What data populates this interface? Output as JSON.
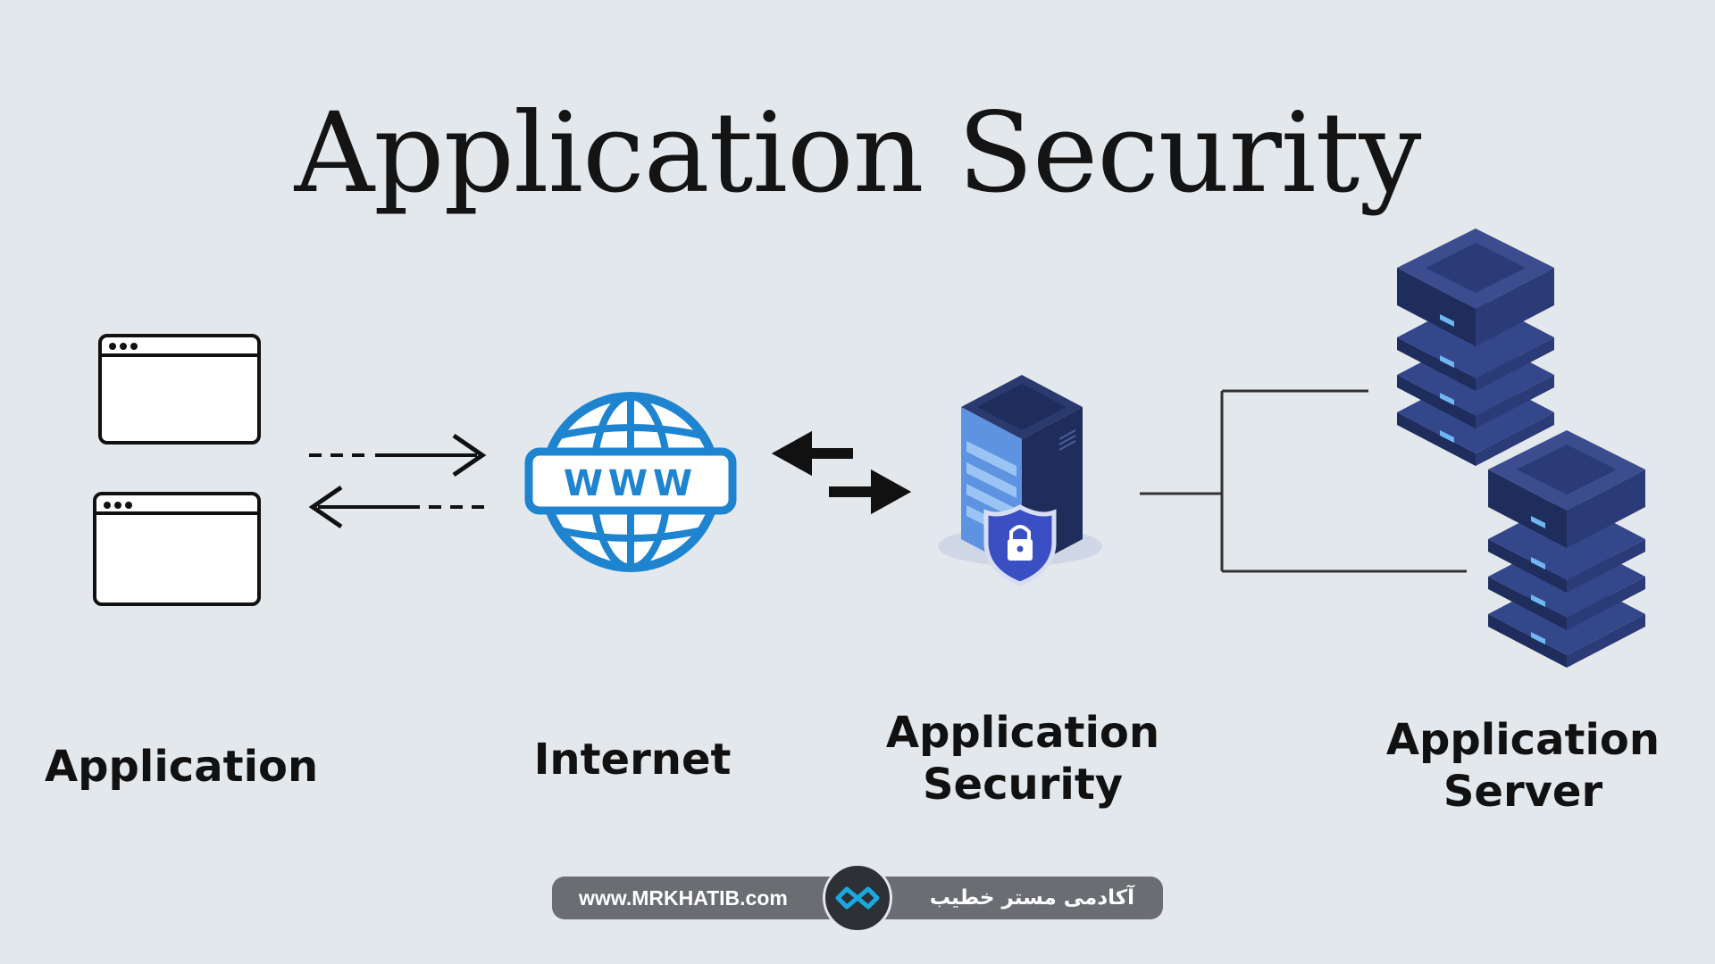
{
  "title": "Application Security",
  "nodes": [
    {
      "id": "application",
      "label_lines": [
        "Application"
      ],
      "icon": "browser-window-icon"
    },
    {
      "id": "internet",
      "label_lines": [
        "Internet"
      ],
      "icon": "www-globe-icon"
    },
    {
      "id": "application_security",
      "label_lines": [
        "Application",
        "Security"
      ],
      "icon": "secure-server-icon"
    },
    {
      "id": "application_server",
      "label_lines": [
        "Application",
        "Server"
      ],
      "icon": "server-stack-icon"
    }
  ],
  "globe_text": "WWW",
  "footer": {
    "url": "www.MRKHATIB.com",
    "brand_fa": "آکادمی مستر خطیب",
    "logo_icon": "infinity-logo-icon"
  },
  "colors": {
    "background": "#e3e8ec",
    "globe_blue": "#1e84d0",
    "server_dark": "#1f2d5c",
    "server_blue": "#3b4d8f",
    "footer_bg": "#6a6d71",
    "logo_accent": "#1ca7e0"
  }
}
